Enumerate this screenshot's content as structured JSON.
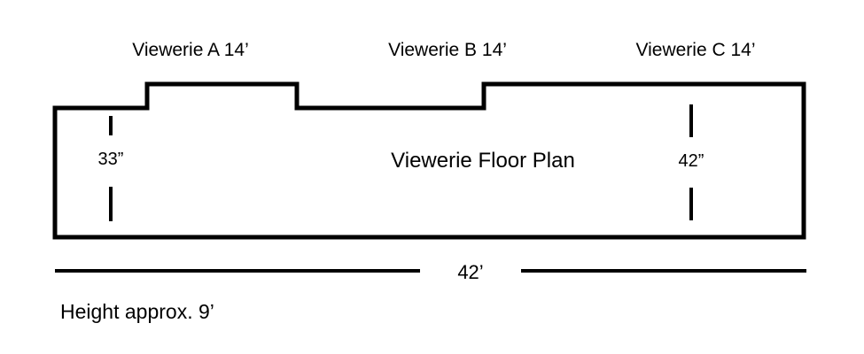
{
  "diagram": {
    "title": "Viewerie Floor Plan",
    "background_color": "#ffffff",
    "line_color": "#000000",
    "room_labels": [
      {
        "name": "viewerie-a",
        "text": "Viewerie A 14’"
      },
      {
        "name": "viewerie-b",
        "text": "Viewerie B 14’"
      },
      {
        "name": "viewerie-c",
        "text": "Viewerie C 14’"
      }
    ],
    "interior_dimensions": [
      {
        "name": "left-depth",
        "text": "33”"
      },
      {
        "name": "right-depth",
        "text": "42”"
      }
    ],
    "overall_width": "42’",
    "height_note": "Height approx. 9’"
  }
}
